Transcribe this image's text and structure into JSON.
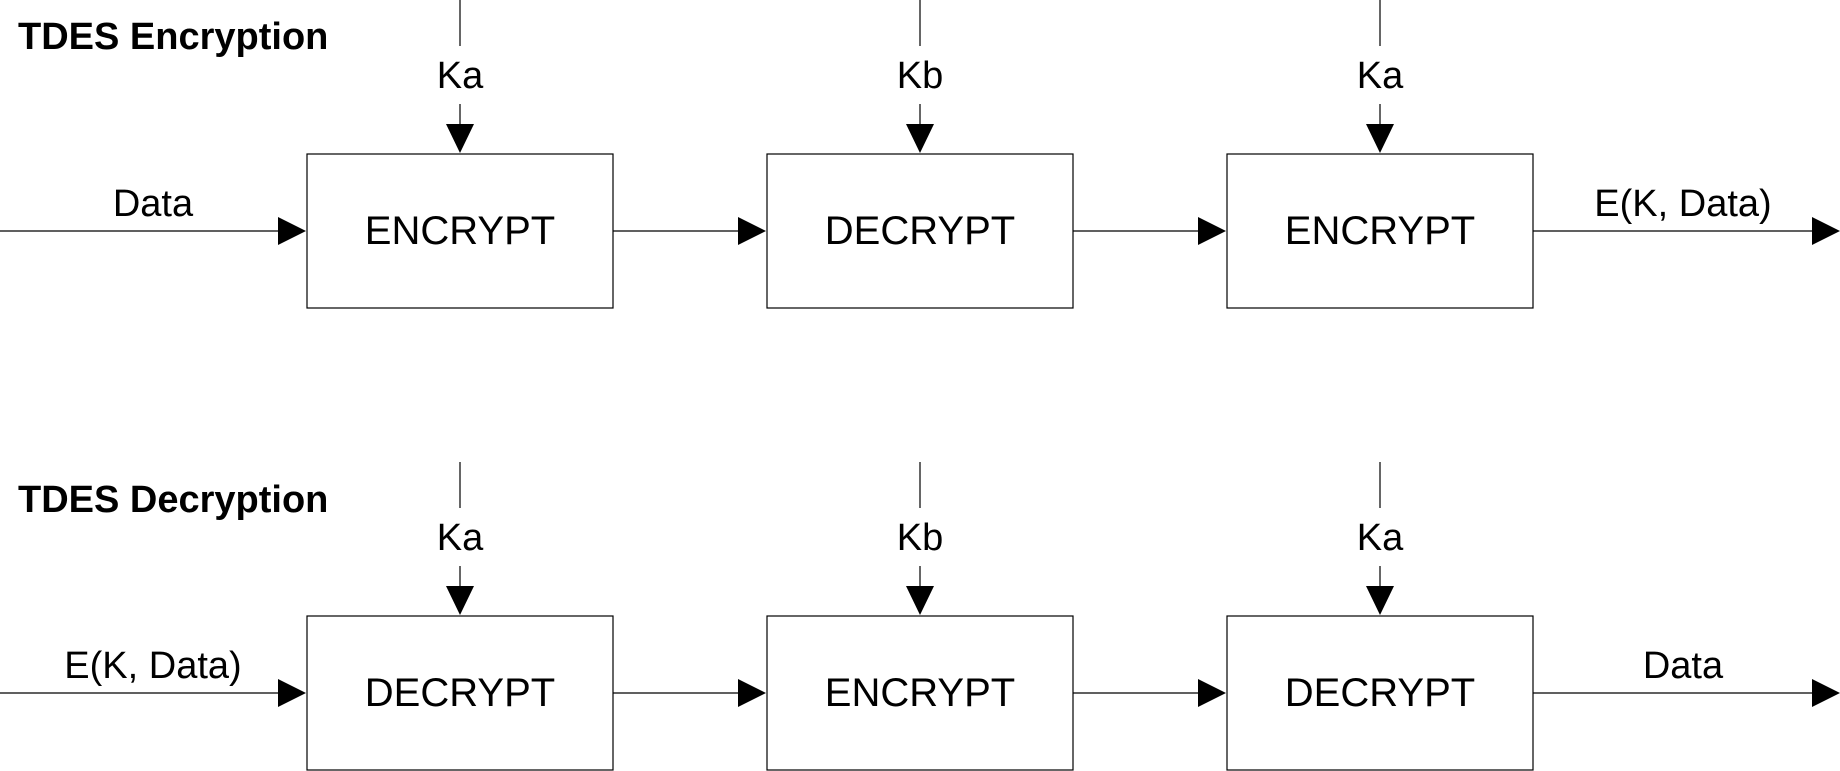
{
  "encryption": {
    "title": "TDES Encryption",
    "input_label": "Data",
    "output_label": "E(K, Data)",
    "stages": [
      {
        "operation": "ENCRYPT",
        "key": "Ka"
      },
      {
        "operation": "DECRYPT",
        "key": "Kb"
      },
      {
        "operation": "ENCRYPT",
        "key": "Ka"
      }
    ]
  },
  "decryption": {
    "title": "TDES Decryption",
    "input_label": "E(K, Data)",
    "output_label": "Data",
    "stages": [
      {
        "operation": "DECRYPT",
        "key": "Ka"
      },
      {
        "operation": "ENCRYPT",
        "key": "Kb"
      },
      {
        "operation": "DECRYPT",
        "key": "Ka"
      }
    ]
  }
}
